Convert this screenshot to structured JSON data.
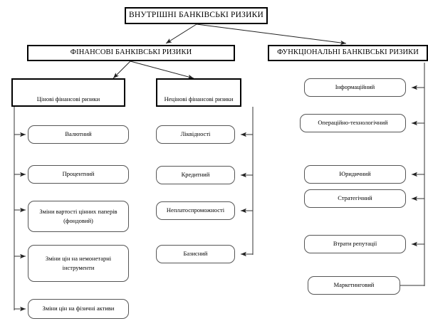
{
  "diagram": {
    "title": "ВНУТРІШНІ БАНКІВСЬКІ РИЗИКИ",
    "groups": {
      "financial": "ФІНАНСОВІ БАНКІВСЬКІ РИЗИКИ",
      "functional": "ФУНКЦІОНАЛЬНІ БАНКІВСЬКІ РИЗИКИ"
    },
    "columns": {
      "price": {
        "header": "Цінові фінансові ризики",
        "items": [
          "Валютний",
          "Процентний",
          "Зміни вартості цінних паперів (фондовий)",
          "Зміни цін на немонетарні інструменти",
          "Зміни цін на фізичні активи"
        ]
      },
      "nonprice": {
        "header": "Нецінові фінансові ризики",
        "items": [
          "Ліквідності",
          "Кредитний",
          "Неплатоспроможності",
          "Базисний"
        ]
      },
      "functional": {
        "items": [
          "Інформаційний",
          "Операційно-технологічний",
          "Юридичний",
          "Стратегічний",
          "Втрати репутації",
          "Маркетинговий"
        ]
      }
    },
    "colors": {
      "line": "#333333",
      "border": "#000000",
      "background": "#ffffff"
    }
  }
}
